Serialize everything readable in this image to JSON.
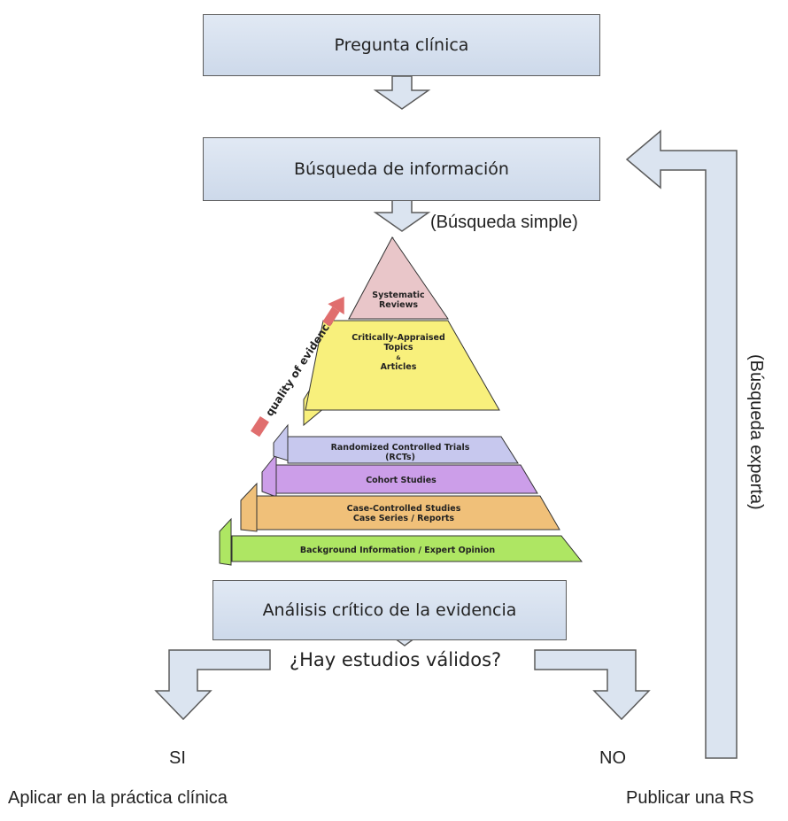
{
  "flow": {
    "question_box": "Pregunta clínica",
    "search_box": "Búsqueda de información",
    "simple_search_label": "(Búsqueda simple)",
    "analysis_box": "Análisis crítico de la evidencia",
    "decision_question": "¿Hay estudios válidos?",
    "yes_label": "SI",
    "no_label": "NO",
    "yes_action": "Aplicar en la práctica clínica",
    "no_action": "Publicar una RS",
    "expert_search_label": "(Búsqueda experta)"
  },
  "pyramid": {
    "arrow_label": "quality of evidence",
    "levels": [
      {
        "name": "Systematic Reviews",
        "lines": [
          "Systematic",
          "Reviews"
        ],
        "color": "#e9c6c9"
      },
      {
        "name": "Critically-Appraised Topics & Articles",
        "lines": [
          "Critically-Appraised",
          "Topics",
          "&",
          "Articles"
        ],
        "color": "#f8f07c"
      },
      {
        "name": "Randomized Controlled Trials (RCTs)",
        "lines": [
          "Randomized Controlled Trials",
          "(RCTs)"
        ],
        "color": "#c7c8ee"
      },
      {
        "name": "Cohort Studies",
        "lines": [
          "Cohort Studies"
        ],
        "color": "#cc9ee9"
      },
      {
        "name": "Case-Controlled Studies Case Series / Reports",
        "lines": [
          "Case-Controlled Studies",
          "Case Series / Reports"
        ],
        "color": "#f0c079"
      },
      {
        "name": "Background Information / Expert Opinion",
        "lines": [
          "Background Information / Expert Opinion"
        ],
        "color": "#aee663"
      }
    ]
  },
  "colors": {
    "box_fill": "#d6e0ee",
    "arrow_fill": "#dbe4f0",
    "outline": "#5b5b5b"
  }
}
